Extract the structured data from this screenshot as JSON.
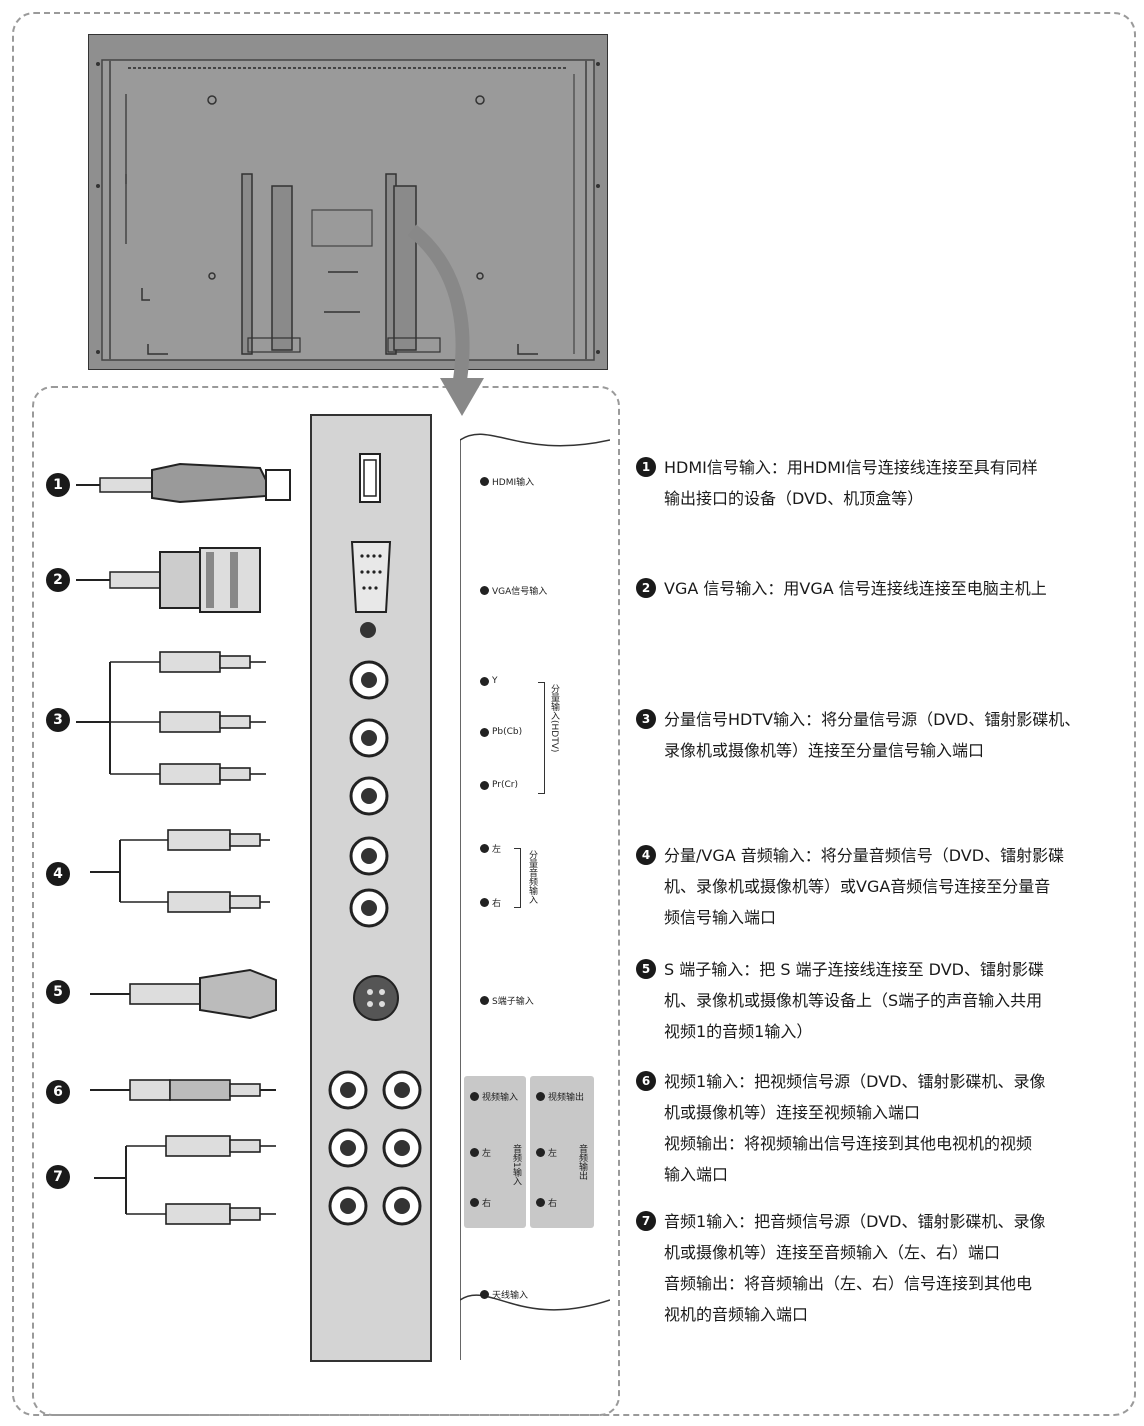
{
  "port_labels": {
    "hdmi": "HDMI输入",
    "vga": "VGA信号输入",
    "y": "Y",
    "pb": "Pb(Cb)",
    "pr": "Pr(Cr)",
    "component_group": "分量输入(HDTV)",
    "left": "左",
    "right": "右",
    "audio_group": "分量音频输入",
    "s_video": "S端子输入",
    "video_in": "视频输入",
    "video_out": "视频输出",
    "av_in_group": "音频1输入",
    "audio_out_group": "音频输出",
    "antenna": "天线输入"
  },
  "callouts": [
    "1",
    "2",
    "3",
    "4",
    "5",
    "6",
    "7"
  ],
  "descriptions": [
    {
      "num": "1",
      "lines": [
        "HDMI信号输入：用HDMI信号连接线连接至具有同样",
        "输出接口的设备（DVD、机顶盒等）"
      ]
    },
    {
      "num": "2",
      "lines": [
        "VGA 信号输入：用VGA 信号连接线连接至电脑主机上"
      ]
    },
    {
      "num": "3",
      "lines": [
        "分量信号HDTV输入：将分量信号源（DVD、镭射影碟机、",
        "录像机或摄像机等）连接至分量信号输入端口"
      ]
    },
    {
      "num": "4",
      "lines": [
        "分量/VGA 音频输入：将分量音频信号（DVD、镭射影碟",
        "机、录像机或摄像机等）或VGA音频信号连接至分量音",
        "频信号输入端口"
      ]
    },
    {
      "num": "5",
      "lines": [
        "S 端子输入：把 S 端子连接线连接至 DVD、镭射影碟",
        "机、录像机或摄像机等设备上（S端子的声音输入共用",
        "视频1的音频1输入）"
      ]
    },
    {
      "num": "6",
      "lines": [
        "视频1输入：把视频信号源（DVD、镭射影碟机、录像",
        "机或摄像机等）连接至视频输入端口"
      ],
      "extra": [
        "视频输出：将视频输出信号连接到其他电视机的视频",
        "输入端口"
      ]
    },
    {
      "num": "7",
      "lines": [
        "音频1输入：把音频信号源（DVD、镭射影碟机、录像",
        "机或摄像机等）连接至音频输入（左、右）端口"
      ],
      "extra": [
        "音频输出：将音频输出（左、右）信号连接到其他电",
        "视机的音频输入端口"
      ]
    }
  ]
}
